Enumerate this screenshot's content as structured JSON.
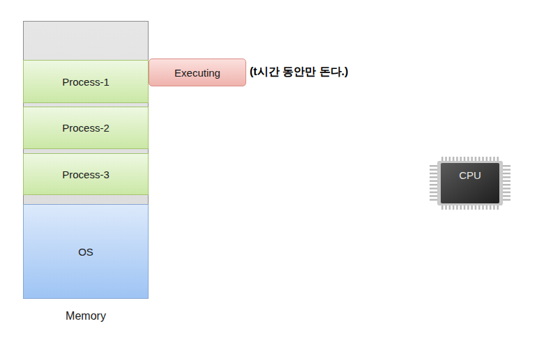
{
  "diagram": {
    "nodes": [
      {
        "text": [
          "Memory"
        ]
      },
      {
        "text": [
          "Process-1"
        ],
        "in": 0
      },
      {
        "text": [
          "Process-2"
        ],
        "in": 0
      },
      {
        "text": [
          "Process-3"
        ],
        "in": 0
      },
      {
        "text": [
          "OS"
        ],
        "in": 0
      },
      {
        "text": [
          "Executing"
        ]
      }
    ],
    "labels": [
      "(t시간 동안만 돈다.)",
      "CPU"
    ]
  }
}
